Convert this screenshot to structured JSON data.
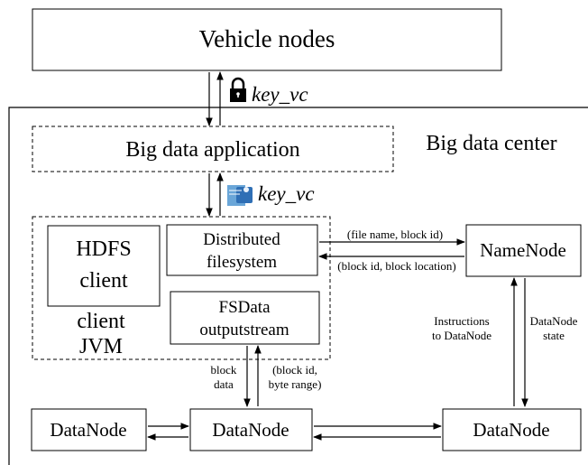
{
  "nodes": {
    "vehicle_nodes": "Vehicle nodes",
    "big_data_center": "Big data center",
    "big_data_application": "Big data application",
    "hdfs_client_line1": "HDFS",
    "hdfs_client_line2": "client",
    "client_jvm_line1": "client",
    "client_jvm_line2": "JVM",
    "distributed_fs_line1": "Distributed",
    "distributed_fs_line2": "filesystem",
    "fsdata_line1": "FSData",
    "fsdata_line2": "outputstream",
    "namenode": "NameNode",
    "datanode_left": "DataNode",
    "datanode_middle": "DataNode",
    "datanode_right": "DataNode"
  },
  "keys": {
    "key_top": "key_vc",
    "key_bottom": "key_vc"
  },
  "edges": {
    "file_name_block_id": "(file name, block id)",
    "block_id_location": "(block id, block location)",
    "instructions_line1": "Instructions",
    "instructions_line2": "to DataNode",
    "datanode_state_line1": "DataNode",
    "datanode_state_line2": "state",
    "block_data_line1": "block",
    "block_data_line2": "data",
    "block_id_range_line1": "(block id,",
    "block_id_range_line2": "byte range)"
  },
  "icons": {
    "top": "lock-icon",
    "bottom": "key-document-icon"
  }
}
